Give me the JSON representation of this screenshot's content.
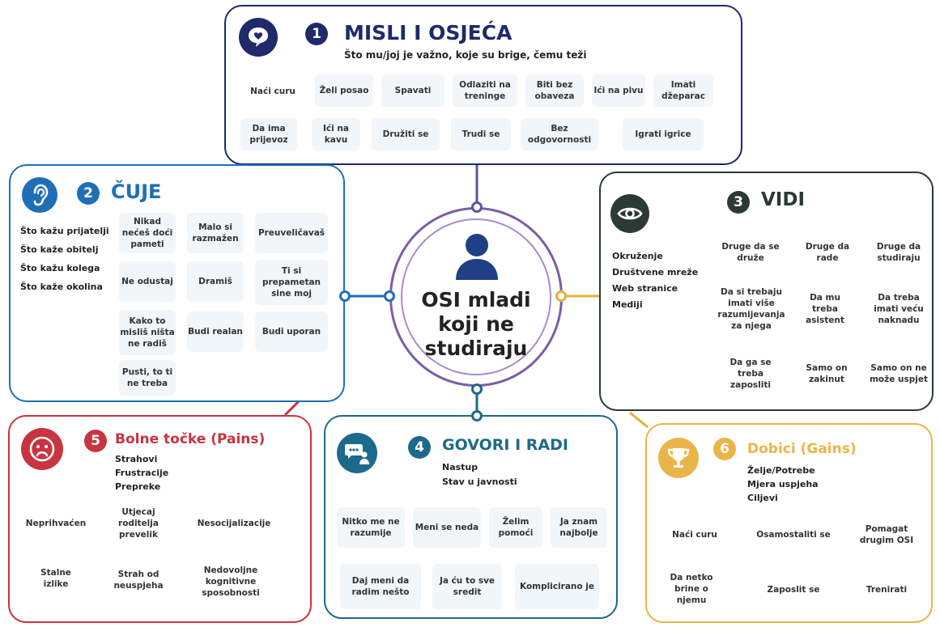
{
  "center": {
    "label": "OSI mladi koji ne studiraju"
  },
  "misli": {
    "number": "1",
    "title": "MISLI I OSJEĆA",
    "subtitle": "Što mu/joj je važno, koje su brige, čemu teži",
    "items": [
      "Naći curu",
      "Želi posao",
      "Spavati",
      "Odlaziti na treninge",
      "Biti bez obaveza",
      "Ići na pivu",
      "Imati džeparac",
      "Da ima prijevoz",
      "Ići na kavu",
      "Družiti se",
      "Trudi se",
      "Bez odgovornosti",
      "Igrati igrice"
    ]
  },
  "cuje": {
    "number": "2",
    "title": "ČUJE",
    "sources": [
      "Što kažu prijatelji",
      "Što kaže obitelj",
      "Što kažu kolega",
      "Što kaže okolina"
    ],
    "items": [
      "Nikad nećeš doći pameti",
      "Malo si razmažen",
      "Preuveličavaš",
      "Ne odustaj",
      "Dramiš",
      "Ti si prepametan sine moj",
      "Kako to misliš ništa ne radiš",
      "Budi realan",
      "Budi uporan",
      "Pusti, to ti ne treba"
    ]
  },
  "vidi": {
    "number": "3",
    "title": "VIDI",
    "sources": [
      "Okruženje",
      "Društvene mreže",
      "Web stranice",
      "Mediji"
    ],
    "items": [
      "Druge da se druže",
      "Druge da rade",
      "Druge da studiraju",
      "Da si trebaju imati više razumijevanja za njega",
      "Da mu treba asistent",
      "Da treba imati veću naknadu",
      "Da ga se treba zaposliti",
      "Samo on zakinut",
      "Samo on ne može uspjet"
    ]
  },
  "govori": {
    "number": "4",
    "title": "GOVORI I RADI",
    "subtitle_lines": [
      "Nastup",
      "Stav u javnosti"
    ],
    "items": [
      "Nitko me ne razumije",
      "Meni se neda",
      "Želim pomoći",
      "Ja znam najbolje",
      "Daj meni da radim nešto",
      "Ja ću to sve sredit",
      "Komplicirano je"
    ]
  },
  "bolne": {
    "number": "5",
    "title": "Bolne točke (Pains)",
    "subtitle_lines": [
      "Strahovi",
      "Frustracije",
      "Prepreke"
    ],
    "items": [
      "Neprihvaćen",
      "Utjecaj roditelja prevelik",
      "Nesocijalizacije",
      "Stalne izlike",
      "Strah od neuspjeha",
      "Nedovoljne kognitivne sposobnosti"
    ]
  },
  "dobici": {
    "number": "6",
    "title": "Dobici (Gains)",
    "subtitle_lines": [
      "Želje/Potrebe",
      "Mjera uspjeha",
      "Ciljevi"
    ],
    "items": [
      "Naći curu",
      "Osamostaliti se",
      "Pomagat drugim OSI",
      "Da netko brine o njemu",
      "Zaposlit se",
      "Trenirati"
    ]
  },
  "colors": {
    "misli": "#1f2a6b",
    "cuje": "#1e6fb8",
    "vidi": "#2b3a32",
    "bolne": "#c8343f",
    "govori": "#1c6a89",
    "dobici": "#eab548",
    "hub": "#7a5ea5"
  },
  "icons": {
    "misli": "heart-speech-icon",
    "cuje": "ear-icon",
    "vidi": "eye-icon",
    "bolne": "sad-face-icon",
    "govori": "speaking-person-icon",
    "dobici": "trophy-icon",
    "center": "user-icon"
  }
}
